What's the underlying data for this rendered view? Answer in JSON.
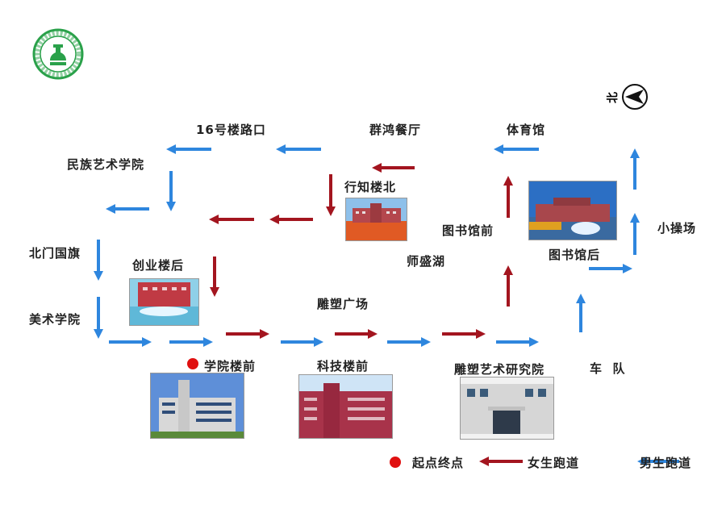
{
  "labels": {
    "building_16_road": "16号楼路口",
    "qunhong_canteen": "群鸿餐厅",
    "gym": "体育馆",
    "minzu_art_college": "民族艺术学院",
    "xingzhi_north": "行知楼北",
    "library_front": "图书馆前",
    "small_playground": "小操场",
    "north_gate_flag": "北门国旗",
    "chuangye_back": "创业楼后",
    "shisheng_lake": "师盛湖",
    "library_back": "图书馆后",
    "sculpture_square": "雕塑广场",
    "fine_arts_college": "美术学院",
    "college_front": "学院楼前",
    "tech_front": "科技楼前",
    "sculpture_institute": "雕塑艺术研究院",
    "motorcade": "车  队",
    "start_finish": "起点终点",
    "women_route": "女生跑道",
    "men_route": "男生跑道"
  },
  "compass": {
    "label": "北"
  },
  "colors": {
    "men_route": "#2e86de",
    "women_route": "#a3151f",
    "marker": "#e01010",
    "logo": "#2aa14a"
  }
}
